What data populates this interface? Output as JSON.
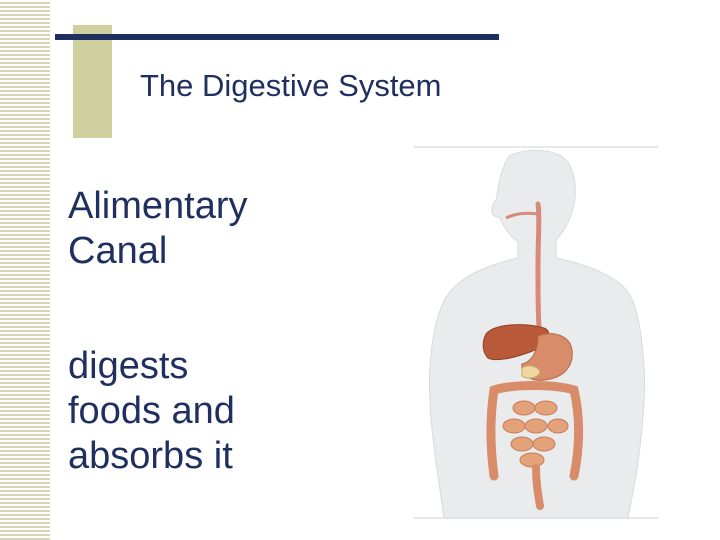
{
  "slide": {
    "title": "The Digestive System",
    "paragraphs": [
      {
        "lines": [
          "Alimentary",
          "Canal"
        ]
      },
      {
        "lines": [
          "digests",
          "foods and",
          "absorbs it"
        ]
      }
    ]
  },
  "illustration": {
    "subject": "digestive-system-diagram"
  },
  "colors": {
    "text": "#1f2f5f",
    "accent": "#cfcf9f",
    "stripes": "#d6d6b4",
    "body_silhouette": "#e9ebed",
    "liver": "#b85a3a",
    "stomach": "#d98c6a",
    "intestines": "#e3a27a",
    "esophagus": "#d88a7a"
  }
}
